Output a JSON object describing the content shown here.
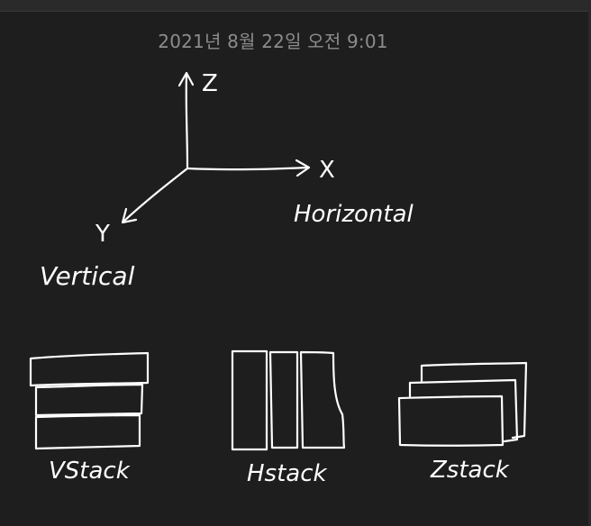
{
  "note": {
    "timestamp": "2021년 8월 22일 오전 9:01"
  },
  "axes": {
    "z_label": "Z",
    "x_label": "X",
    "y_label": "Y",
    "horizontal_caption": "Horizontal",
    "vertical_caption": "Vertical"
  },
  "stacks": {
    "vstack_label": "VStack",
    "hstack_label": "Hstack",
    "zstack_label": "Zstack"
  }
}
